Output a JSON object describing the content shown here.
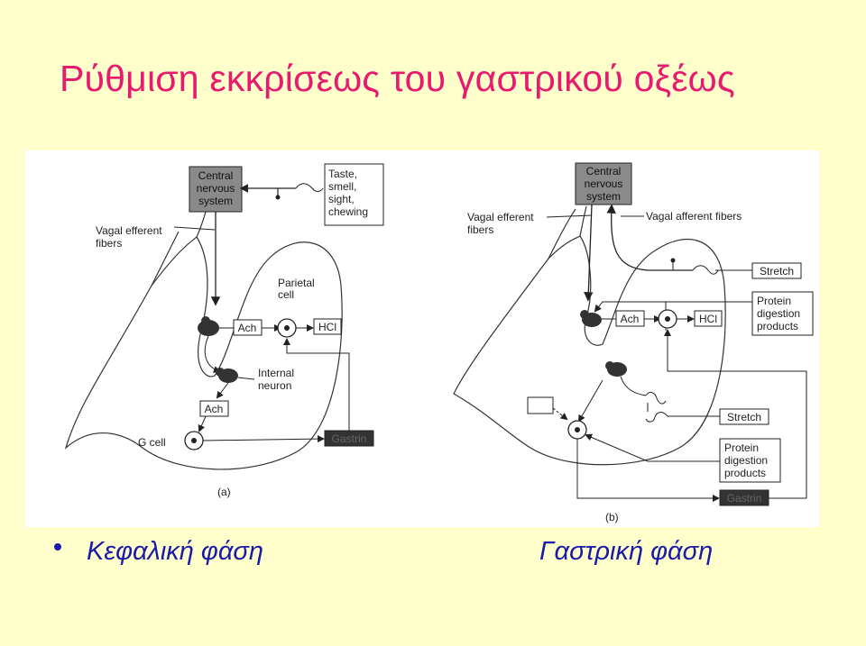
{
  "title": "Ρύθμιση εκκρίσεως του γαστρικού οξέως",
  "colors": {
    "title": "#e8196e",
    "captions": "#1a1aa8",
    "background": "#ffffcc",
    "dark_box": "#333333",
    "cns_box": "#8a8a8a"
  },
  "panel_a": {
    "cns": [
      "Central",
      "nervous",
      "system"
    ],
    "taste": [
      "Taste,",
      "smell,",
      "sight,",
      "chewing"
    ],
    "vagal": [
      "Vagal efferent",
      "fibers"
    ],
    "parietal": [
      "Parietal",
      "cell"
    ],
    "ach1": "Ach",
    "hcl": "HCl",
    "internal": [
      "Internal",
      "neuron"
    ],
    "ach2": "Ach",
    "gcell": "G cell",
    "gastrin": "Gastrin",
    "caption": "(a)"
  },
  "panel_b": {
    "cns": [
      "Central",
      "nervous",
      "system"
    ],
    "vagal_eff": [
      "Vagal efferent",
      "fibers"
    ],
    "vagal_aff": "Vagal afferent fibers",
    "stretch1": "Stretch",
    "protein1": [
      "Protein",
      "digestion",
      "products"
    ],
    "ach": "Ach",
    "hcl": "HCl",
    "stretch2": "Stretch",
    "protein2": [
      "Protein",
      "digestion",
      "products"
    ],
    "gastrin": "Gastrin",
    "caption": "(b)"
  },
  "captions": {
    "left": "Κεφαλική φάση",
    "right": "Γαστρική φάση"
  }
}
